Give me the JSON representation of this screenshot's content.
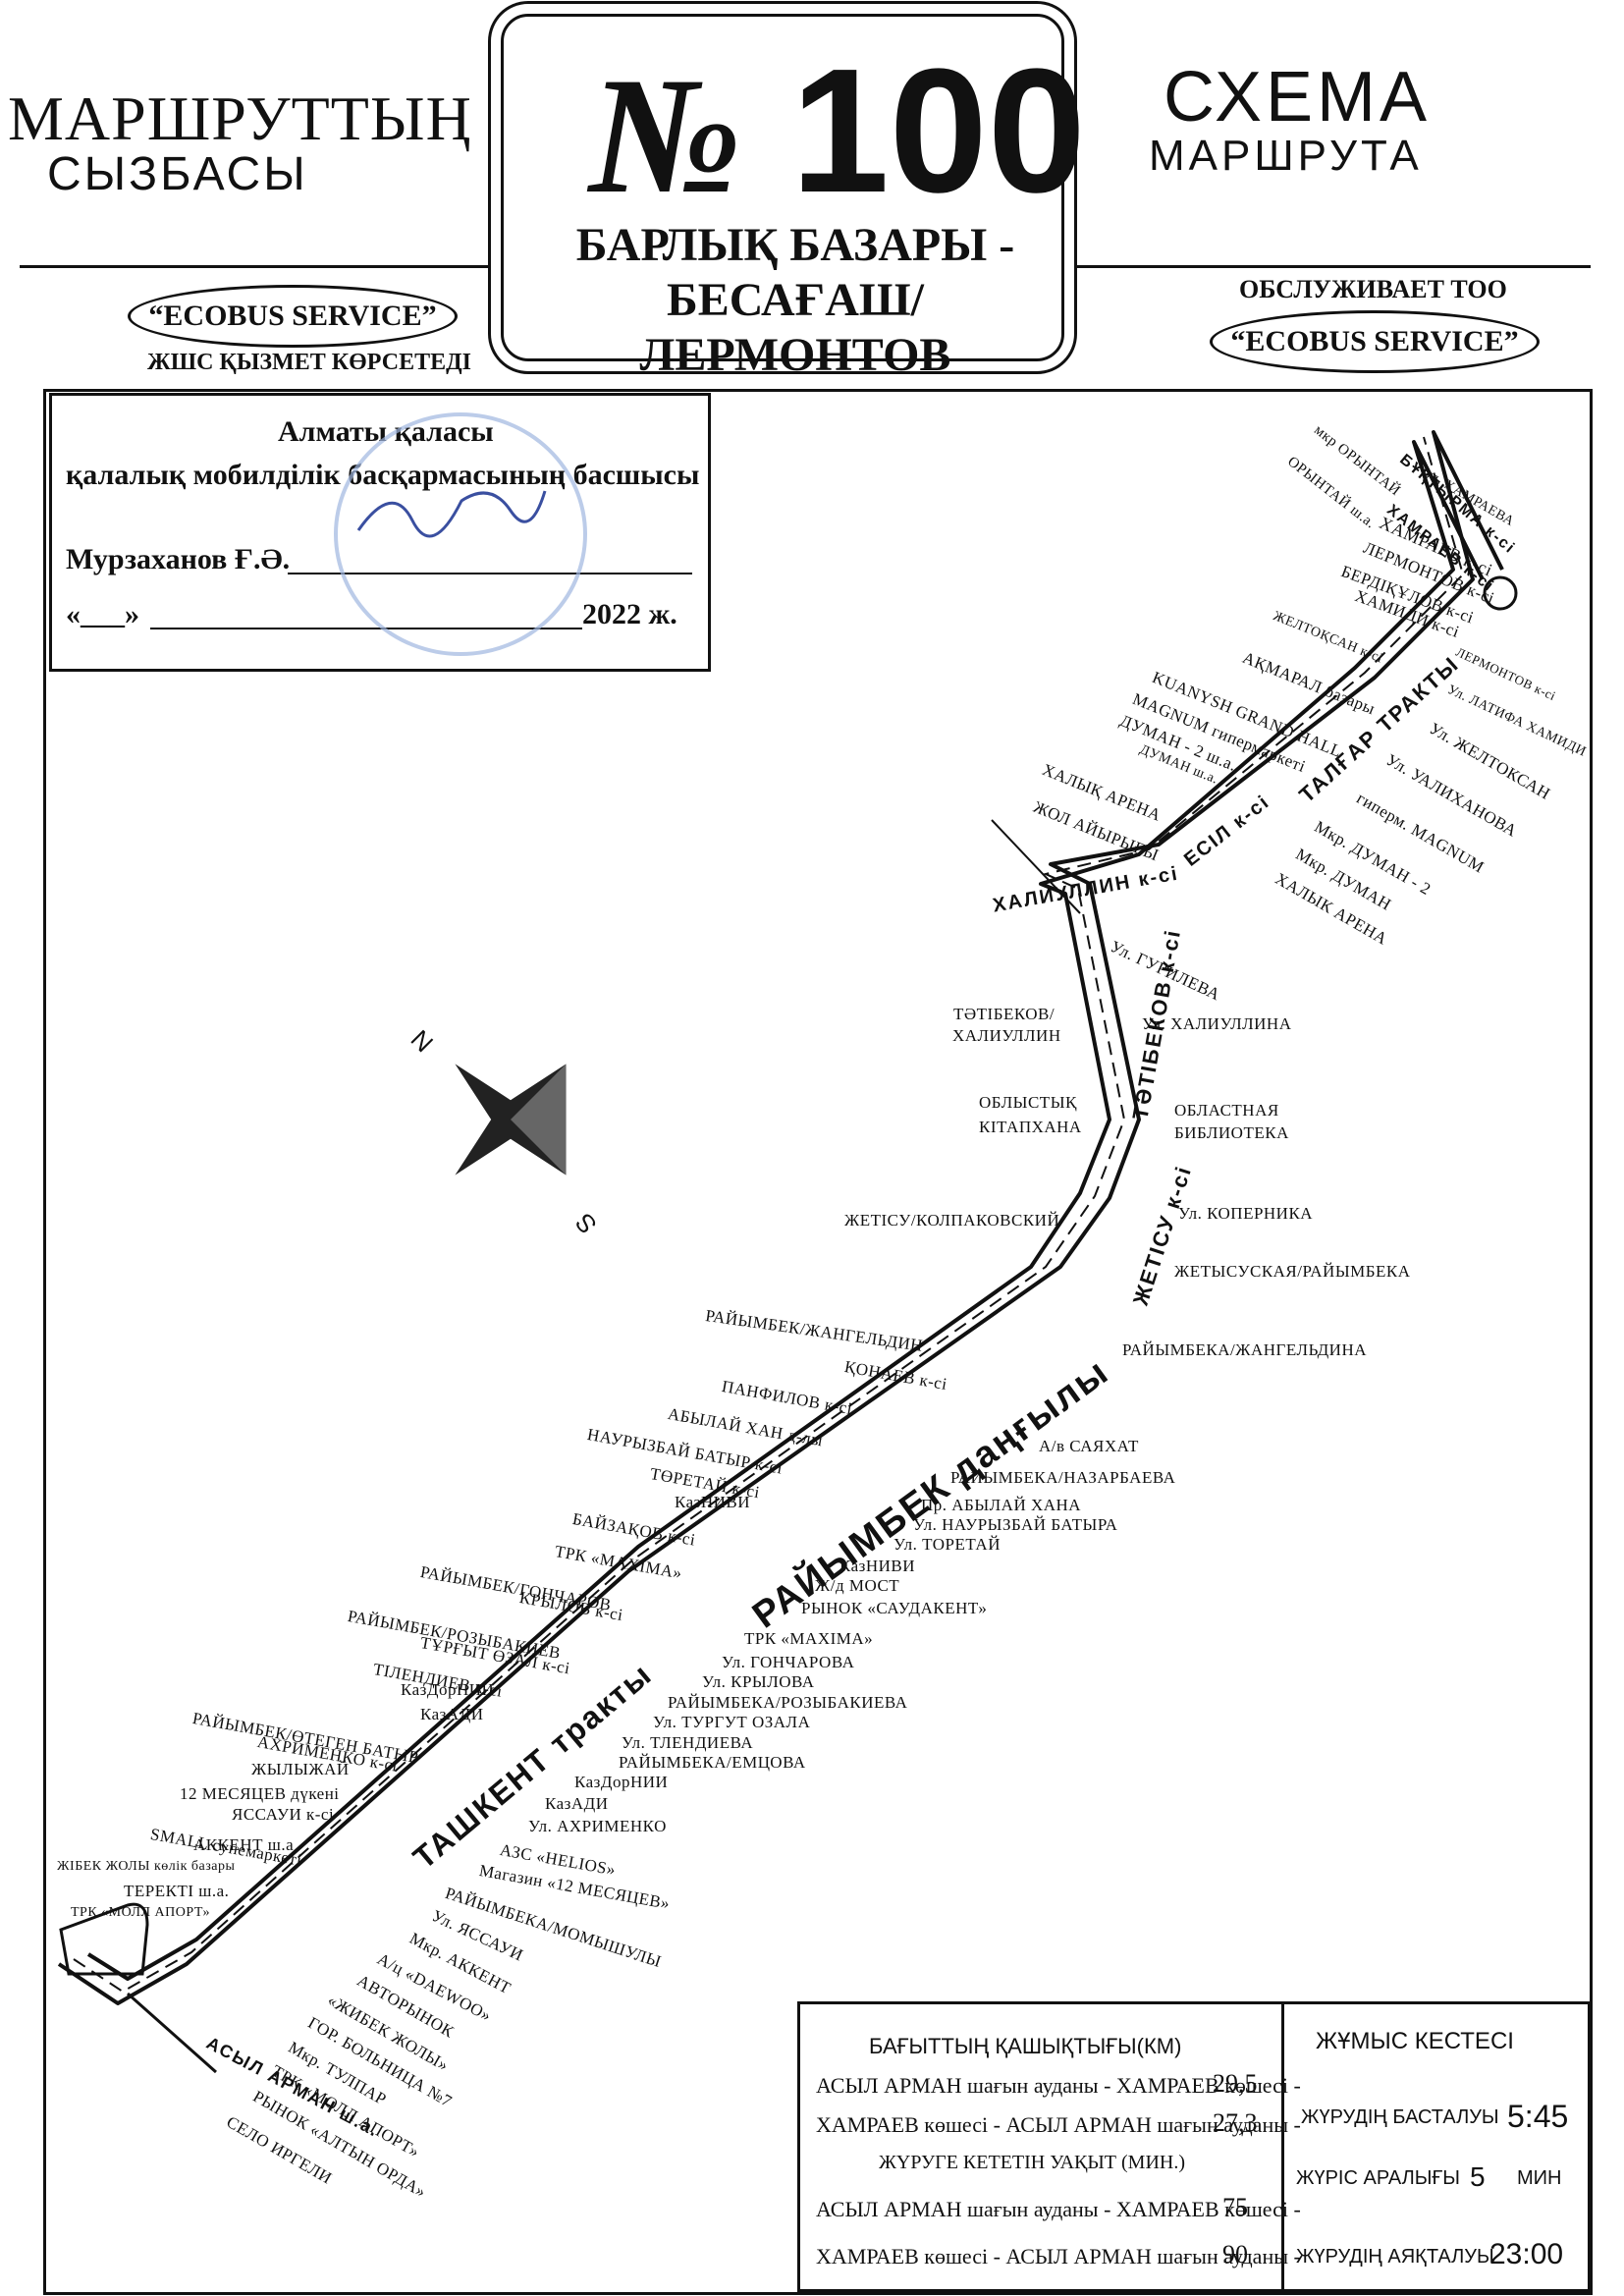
{
  "header": {
    "left_line1": "МАРШРУТТЫҢ",
    "left_line2": "СЫЗБАСЫ",
    "right_line1": "СХЕМА",
    "right_line2": "МАРШРУТА",
    "route_prefix": "№",
    "route_number": "100",
    "route_name_line1": "БАРЛЫҚ БАЗАРЫ -",
    "route_name_line2": "БЕСАҒАШ/ЛЕРМОНТОВ",
    "operator_left": "“ECOBUS SERVICE”",
    "operator_left_caption": "ЖШС ҚЫЗМЕТ КӨРСЕТЕДІ",
    "operator_right_caption": "ОБСЛУЖИВАЕТ ТОО",
    "operator_right": "“ECOBUS SERVICE”"
  },
  "approval": {
    "line1": "Алматы қаласы",
    "line2": "қалалық мобилділік басқармасының басшысы",
    "signer": "Мурзаханов Ғ.Ә.",
    "date_prefix": "«___»",
    "date_suffix": "2022 ж."
  },
  "compass": {
    "north": "N",
    "south": "S"
  },
  "streets": {
    "tashkent": "ТАШКЕНТ тракты",
    "raiymbek": "РАЙЫМБЕК даңғылы",
    "zhetysu": "ЖЕТІСУ к-сі",
    "tatibekov": "ТӘТІБЕКОВ к-сі",
    "khaliullin": "ХАЛИУЛЛИН к-сі",
    "esil": "ЕСІЛ к-сі",
    "talgar": "ТАЛҒАР ТРАКТЫ",
    "bukhtyrma": "БҰҚТЫРМА к-сі",
    "khamraev": "ХАМРАЕВ к-сі",
    "asyl_arman": "АСЫЛ АРМАН ш.а."
  },
  "stops_left": [
    "мкр ОРЫНТАЙ",
    "ОРЫНТАЙ ш.а.",
    "ХАМРАЕВ к-сі",
    "ЛЕРМОНТОВ к-сі",
    "БЕРДІҚҰЛОВ к-сі",
    "ХАМИДИ к-сі",
    "ЖЕЛТОҚСАН к-сі",
    "АҚМАРАЛ базары",
    "KUANYSH GRAND HALL",
    "MAGNUM гипермаркеті",
    "ДУМАН - 2 ш.а.",
    "ДУМАН ш.а.",
    "ХАЛЫҚ АРЕНА",
    "ЖОЛ АЙЫРЫҒЫ",
    "ТӘТІБЕКОВ/",
    "ХАЛИУЛЛИН",
    "ОБЛЫСТЫҚ",
    "КІТАПХАНА",
    "ЖЕТІСУ/КОЛПАКОВСКИЙ",
    "РАЙЫМБЕК/ЖАНГЕЛЬДИН",
    "ҚОНАЕВ к-сі",
    "ПАНФИЛОВ к-сі",
    "АБЫЛАЙ ХАН д-лы",
    "НАУРЫЗБАЙ БАТЫР к-сі",
    "ТӨРЕТАЙ к-сі",
    "КазНИВИ",
    "БАЙЗАҚОВ к-сі",
    "ТРК «MAXIMA»",
    "РАЙЫМБЕК/ГОНЧАРОВ",
    "КРЫЛОВ к-сі",
    "РАЙЫМБЕК/РОЗЫБАКИЕВ",
    "ТҰРҒЫТ ӨЗАЛ к-сі",
    "ТІЛЕНДИЕВ к-сі",
    "КазДорНИИ",
    "КазАДИ",
    "РАЙЫМБЕК/ӨТЕГЕН БАТЫР",
    "АХРИМЕНКО к-сі",
    "ЖЫЛЫЖАЙ",
    "12 МЕСЯЦЕВ дүкені",
    "ЯССАУИ к-сі",
    "SMALL супемаркеті",
    "АККЕНТ ш.а",
    "ЖІБЕК ЖОЛЫ көлік базары",
    "ТЕРЕКТІ ш.а.",
    "ТРК «МОЛЛ АПОРТ»"
  ],
  "stops_right": [
    "ул. ХАМРАЕВА",
    "ЛЕРМОНТОВ к-сі",
    "Ул. ЛАТИФА ХАМИДИ",
    "Ул. ЖЕЛТОКСАН",
    "Ул. УАЛИХАНОВА",
    "гиперм. MAGNUM",
    "Мкр. ДУМАН - 2",
    "Мкр. ДУМАН",
    "ХАЛЫК АРЕНА",
    "Ул. ГУРИЛЕВА",
    "Ул. ХАЛИУЛЛИНА",
    "ОБЛАСТНАЯ",
    "БИБЛИОТЕКА",
    "Ул. КОПЕРНИКА",
    "ЖЕТЫСУСКАЯ/РАЙЫМБЕКА",
    "РАЙЫМБЕКА/ЖАНГЕЛЬДИНА",
    "А/в САЯХАТ",
    "РАЙЫМБЕКА/НАЗАРБАЕВА",
    "Пр. АБЫЛАЙ ХАНА",
    "Ул. НАУРЫЗБАЙ БАТЫРА",
    "Ул. ТОРЕТАЙ",
    "КазНИВИ",
    "Ж/д МОСТ",
    "РЫНОК «САУДАКЕНТ»",
    "ТРК «MAXIMA»",
    "Ул. ГОНЧАРОВА",
    "Ул. КРЫЛОВА",
    "РАЙЫМБЕКА/РОЗЫБАКИЕВА",
    "Ул. ТУРГУТ ОЗАЛА",
    "Ул. ТЛЕНДИЕВА",
    "РАЙЫМБЕКА/ЕМЦОВА",
    "КазДорНИИ",
    "КазАДИ",
    "Ул. АХРИМЕНКО",
    "АЗС «HELIOS»",
    "Магазин «12 МЕСЯЦЕВ»",
    "РАЙЫМБЕКА/МОМЫШУЛЫ",
    "Ул. ЯССАУИ",
    "Мкр. АККЕНТ",
    "А/ц «DAEWOO»",
    "АВТОРЫНОК",
    "«ЖИБЕК ЖОЛЫ»",
    "ГОР. БОЛЬНИЦА №7",
    "Мкр. ТУЛПАР",
    "ТРК «МОЛЛ АПОРТ»",
    "РЫНОК «АЛТЫН ОРДА»",
    "СЕЛО ИРГЕЛИ"
  ],
  "info": {
    "distance_title": "БАҒЫТТЫҢ ҚАШЫҚТЫҒЫ(КМ)",
    "dist_row1_label": "АСЫЛ АРМАН шағын ауданы - ХАМРАЕВ көшесі -",
    "dist_row1_value": "29,5",
    "dist_row2_label": "ХАМРАЕВ көшесі - АСЫЛ АРМАН шағын ауданы -",
    "dist_row2_value": "27,3",
    "time_title": "ЖҮРУГЕ КЕТЕТІН УАҚЫТ (МИН.)",
    "time_row1_label": "АСЫЛ АРМАН шағын ауданы - ХАМРАЕВ көшесі -",
    "time_row1_value": "75",
    "time_row2_label": "ХАМРАЕВ көшесі - АСЫЛ АРМАН шағын ауданы -",
    "time_row2_value": "90",
    "schedule_title": "ЖҰМЫС КЕСТЕСІ",
    "start_label": "ЖҮРУДІҢ БАСТАЛУЫ",
    "start_value": "5:45",
    "interval_label": "ЖҮРІС АРАЛЫҒЫ",
    "interval_value": "5",
    "interval_unit": "МИН",
    "end_label": "ЖҮРУДІҢ АЯҚТАЛУЫ",
    "end_value": "23:00"
  }
}
